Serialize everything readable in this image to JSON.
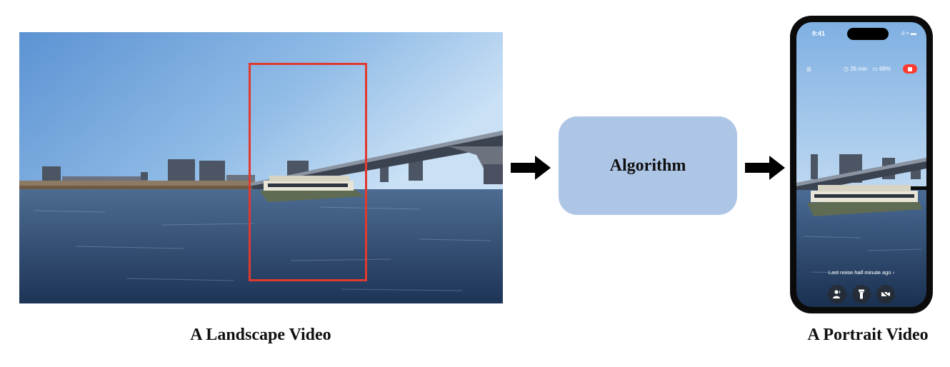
{
  "captions": {
    "landscape": "A Landscape Video",
    "portrait": "A Portrait Video"
  },
  "algorithm": {
    "label": "Algorithm"
  },
  "phone": {
    "time": "9:41",
    "signal_text": ".ıl ≈ ▬",
    "duration": "◷ 26 min",
    "battery": "▭ 68%",
    "noise_text": "Last noise half minute ago ›",
    "menu_icon": "≡",
    "controls": [
      "talk-icon",
      "flashlight-icon",
      "video-off-icon"
    ]
  },
  "colors": {
    "crop_box": "#e03a2f",
    "algorithm_box": "#aec6e6",
    "stop_button": "#ff3b30",
    "arrow": "#000000"
  }
}
